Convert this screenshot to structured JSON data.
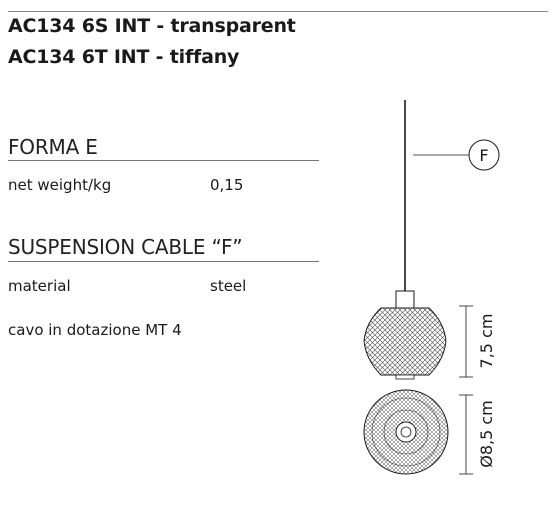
{
  "header": {
    "line1": "AC134 6S INT - transparent",
    "line2": "AC134 6T INT - tiffany"
  },
  "forma": {
    "heading": "FORMA E",
    "rows": [
      {
        "label": "net weight/kg",
        "value": "0,15"
      }
    ]
  },
  "cable": {
    "heading": "SUSPENSION CABLE “F”",
    "rows": [
      {
        "label": "material",
        "value": "steel"
      }
    ],
    "note": "cavo in dotazione MT 4"
  },
  "drawing": {
    "callout_letter": "F",
    "dim_height": "7,5 cm",
    "dim_diameter": "Ø8,5 cm"
  }
}
